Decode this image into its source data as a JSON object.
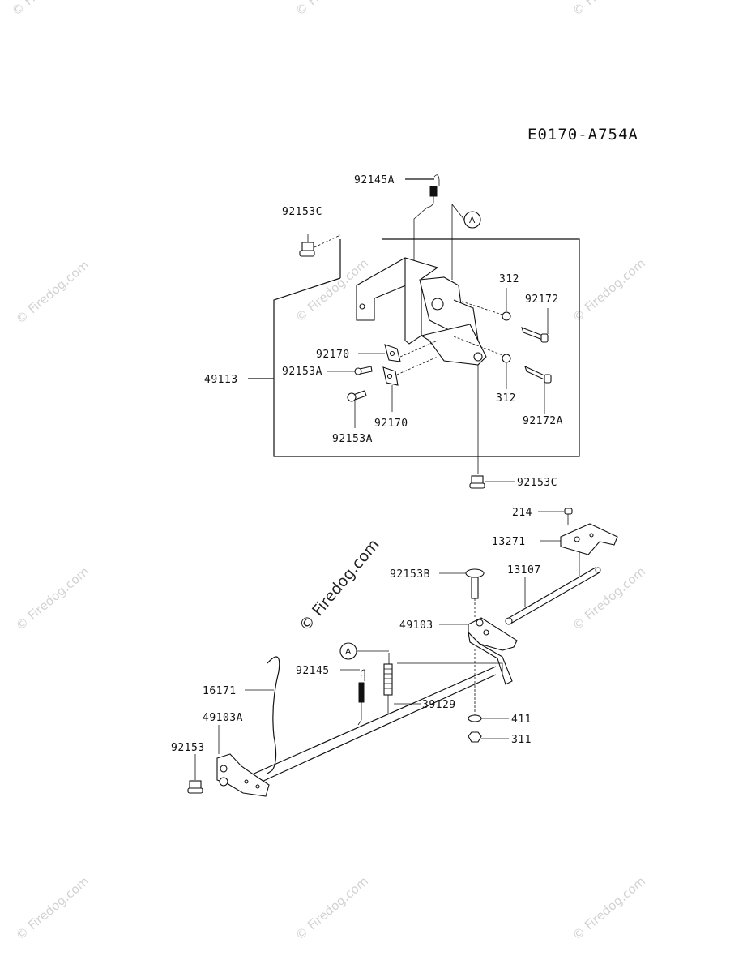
{
  "diagram_code": "E0170-A754A",
  "watermark_text": "© Firedog.com",
  "callouts": {
    "a": "A"
  },
  "part_labels": {
    "p92145A": "92145A",
    "p92153C_top": "92153C",
    "p312_top": "312",
    "p92172": "92172",
    "p92170_top": "92170",
    "p92153A_left": "92153A",
    "p49113": "49113",
    "p312_bottom": "312",
    "p92172A": "92172A",
    "p92170_bottom": "92170",
    "p92153A_bottom": "92153A",
    "p92153C_bottom": "92153C",
    "p214": "214",
    "p13271": "13271",
    "p92153B": "92153B",
    "p13107": "13107",
    "p49103": "49103",
    "p92145": "92145",
    "p16171": "16171",
    "p39129": "39129",
    "p49103A": "49103A",
    "p411": "411",
    "p311": "311",
    "p92153": "92153"
  }
}
